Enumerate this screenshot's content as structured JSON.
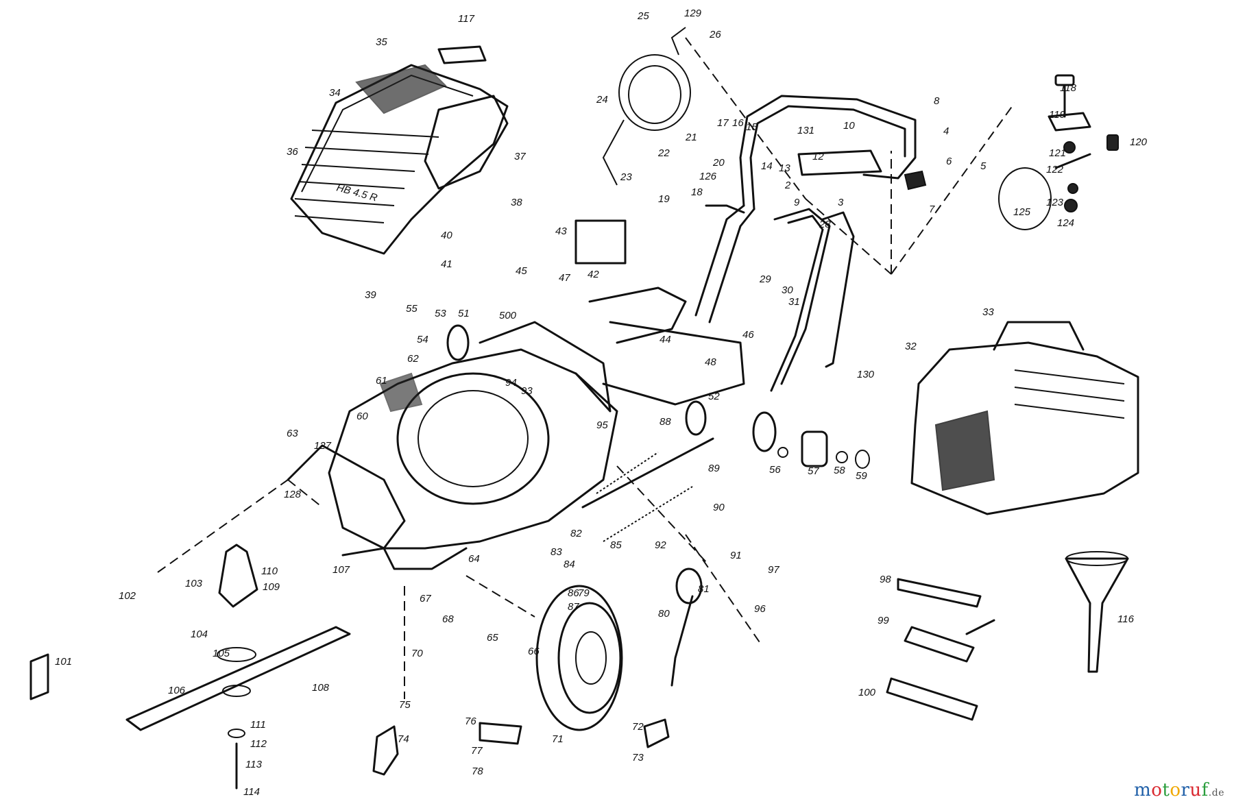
{
  "diagram": {
    "cover_badge": "HB 4.5 R",
    "labels": [
      "117",
      "35",
      "34",
      "36",
      "37",
      "38",
      "40",
      "41",
      "39",
      "25",
      "129",
      "26",
      "24",
      "21",
      "17",
      "16",
      "15",
      "131",
      "10",
      "8",
      "4",
      "22",
      "23",
      "19",
      "126",
      "20",
      "18",
      "14",
      "13",
      "12",
      "2",
      "9",
      "3",
      "6",
      "5",
      "7",
      "118",
      "119",
      "120",
      "121",
      "122",
      "125",
      "123",
      "124",
      "28",
      "29",
      "30",
      "31",
      "43",
      "45",
      "47",
      "42",
      "500",
      "44",
      "46",
      "48",
      "55",
      "54",
      "53",
      "51",
      "52",
      "62",
      "61",
      "60",
      "94",
      "93",
      "95",
      "89",
      "56",
      "57",
      "58",
      "59",
      "88",
      "63",
      "127",
      "128",
      "32",
      "130",
      "33",
      "90",
      "92",
      "85",
      "91",
      "82",
      "80",
      "81",
      "102",
      "103",
      "110",
      "109",
      "107",
      "104",
      "105",
      "106",
      "108",
      "111",
      "112",
      "113",
      "114",
      "101",
      "64",
      "67",
      "68",
      "65",
      "70",
      "66",
      "74",
      "75",
      "76",
      "77",
      "78",
      "71",
      "72",
      "73",
      "79",
      "83",
      "84",
      "86",
      "87",
      "96",
      "97",
      "98",
      "99",
      "100",
      "116"
    ]
  },
  "watermark": {
    "m": "m",
    "o1": "o",
    "t": "t",
    "o2": "o",
    "r": "r",
    "u": "u",
    "f": "f",
    "tld": ".de"
  }
}
